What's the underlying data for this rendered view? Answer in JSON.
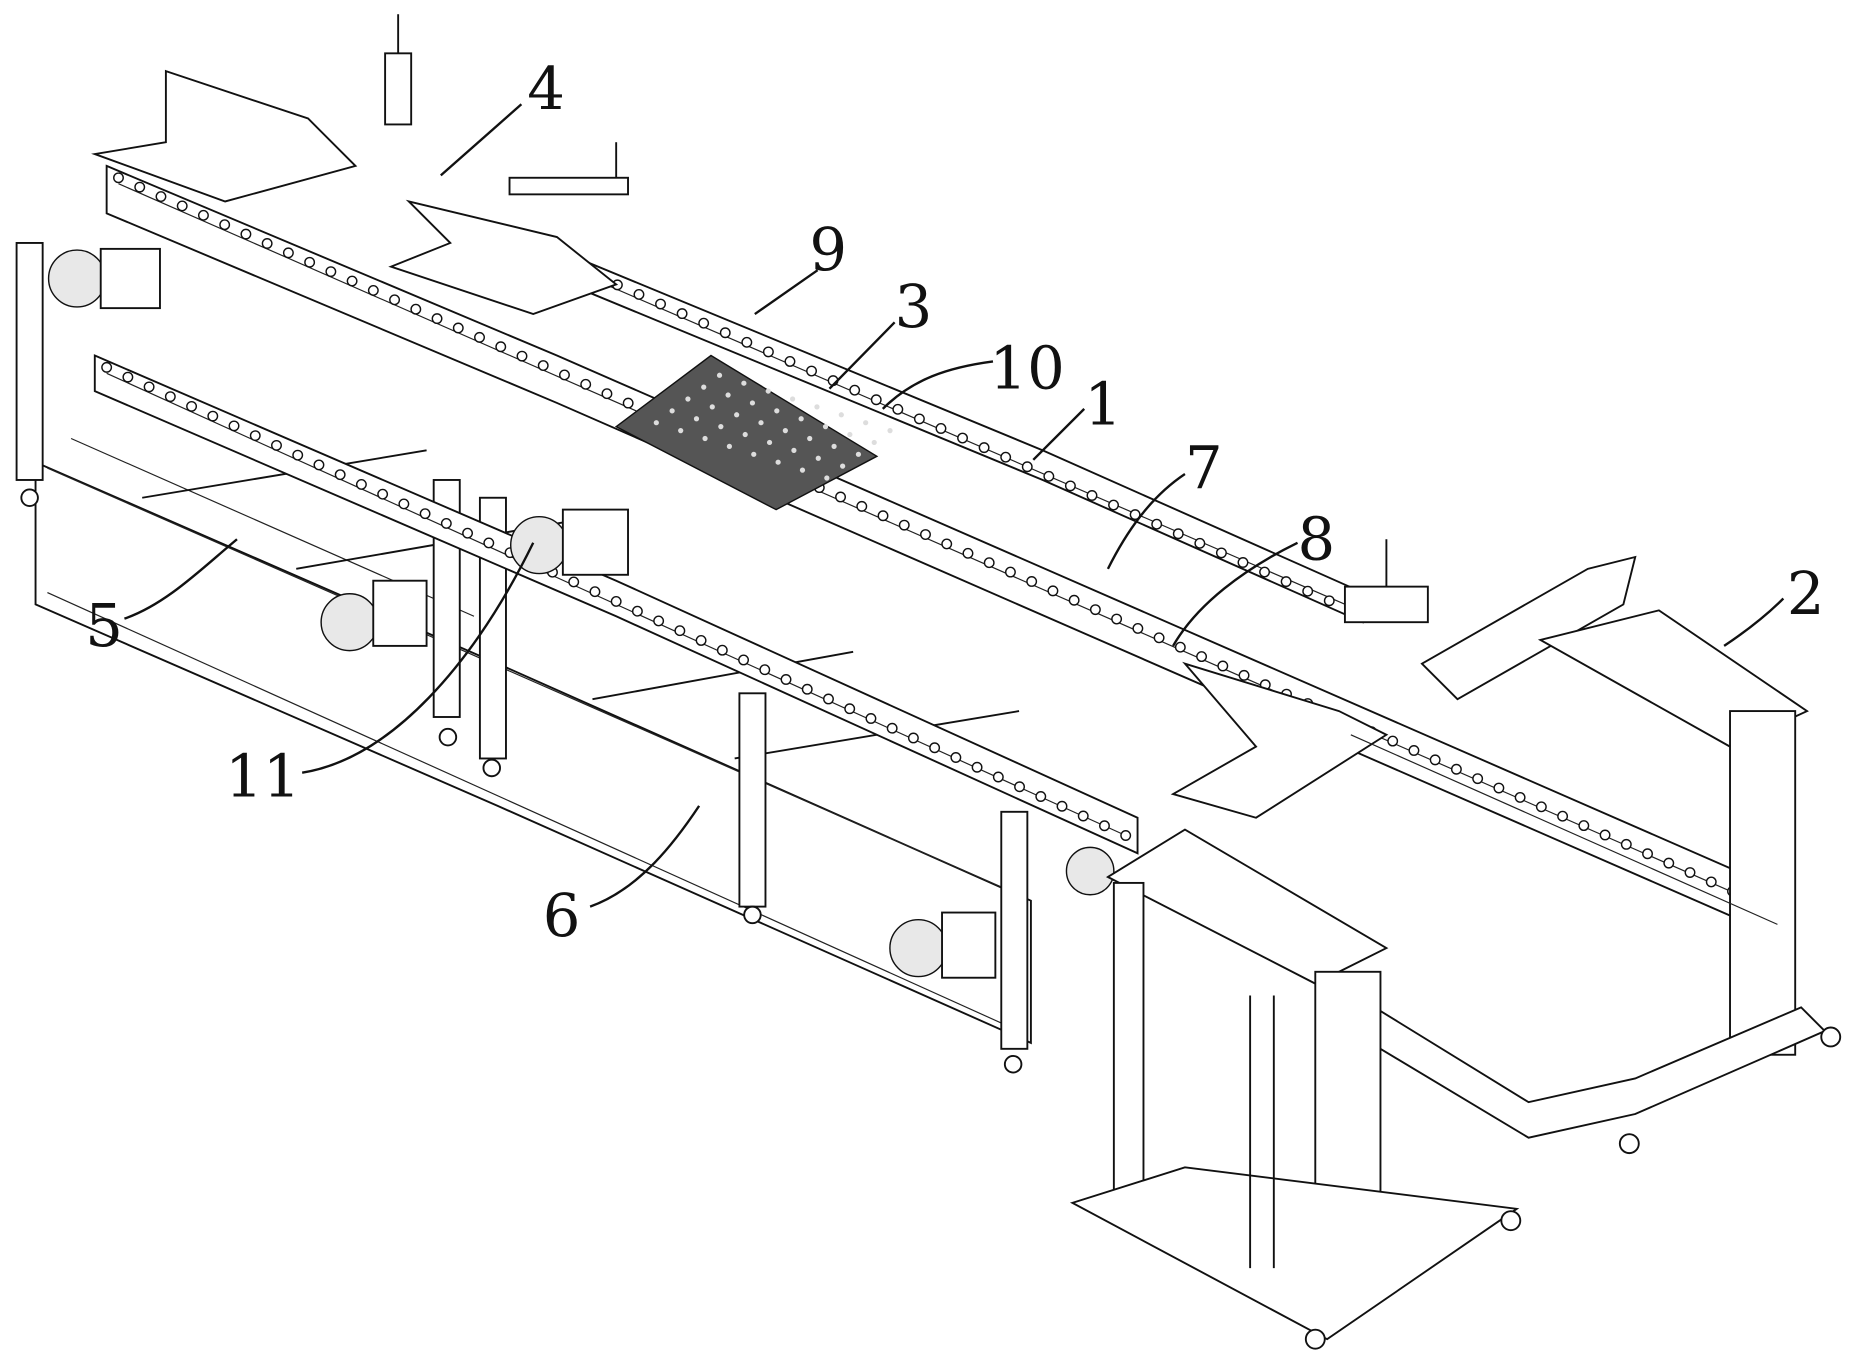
{
  "figure": {
    "labels": [
      {
        "id": "label-4",
        "text": "4"
      },
      {
        "id": "label-9",
        "text": "9"
      },
      {
        "id": "label-3",
        "text": "3"
      },
      {
        "id": "label-10",
        "text": "10"
      },
      {
        "id": "label-1",
        "text": "1"
      },
      {
        "id": "label-7",
        "text": "7"
      },
      {
        "id": "label-8",
        "text": "8"
      },
      {
        "id": "label-2",
        "text": "2"
      },
      {
        "id": "label-5",
        "text": "5"
      },
      {
        "id": "label-11",
        "text": "11"
      },
      {
        "id": "label-6",
        "text": "6"
      }
    ]
  }
}
